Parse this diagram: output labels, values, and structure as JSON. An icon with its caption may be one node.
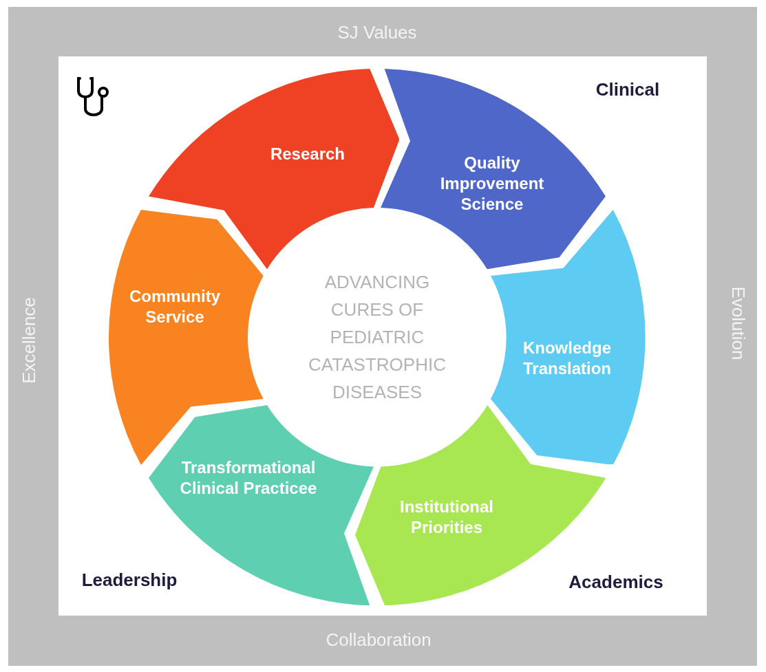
{
  "diagram": {
    "nodes": [
      {
        "text": [
          "Research"
        ]
      },
      {
        "text": [
          "Quality Improvement Science"
        ]
      },
      {
        "text": [
          "Knowledge Translation"
        ]
      },
      {
        "text": [
          "Institutional Priorities"
        ]
      },
      {
        "text": [
          "Transformational Clinical Practicee"
        ]
      },
      {
        "text": [
          "Community Service"
        ]
      },
      {
        "text": [
          "ADVANCING CURES OF PEDIATRIC CATASTROPHIC DISEASES"
        ]
      }
    ],
    "labels": [
      "SJ Values",
      "Clinical",
      "Excellence",
      "Evolution",
      "Leadership",
      "Academics",
      "Collaboration"
    ]
  }
}
